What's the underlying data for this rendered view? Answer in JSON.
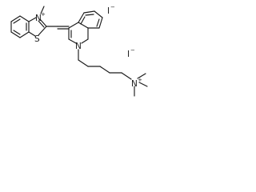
{
  "figure": {
    "kind": "chemical-structure",
    "bond_color": "#1a1a1a",
    "background": "#ffffff"
  },
  "labels": {
    "benzothiazolium": {
      "n": "N",
      "n_charge": "+",
      "s": "S"
    },
    "quinoline": {
      "n": "N"
    },
    "ammonium": {
      "n": "N",
      "n_charge": "+"
    },
    "counterions": [
      {
        "symbol": "I",
        "charge": "−"
      },
      {
        "symbol": "I",
        "charge": "−"
      }
    ]
  }
}
